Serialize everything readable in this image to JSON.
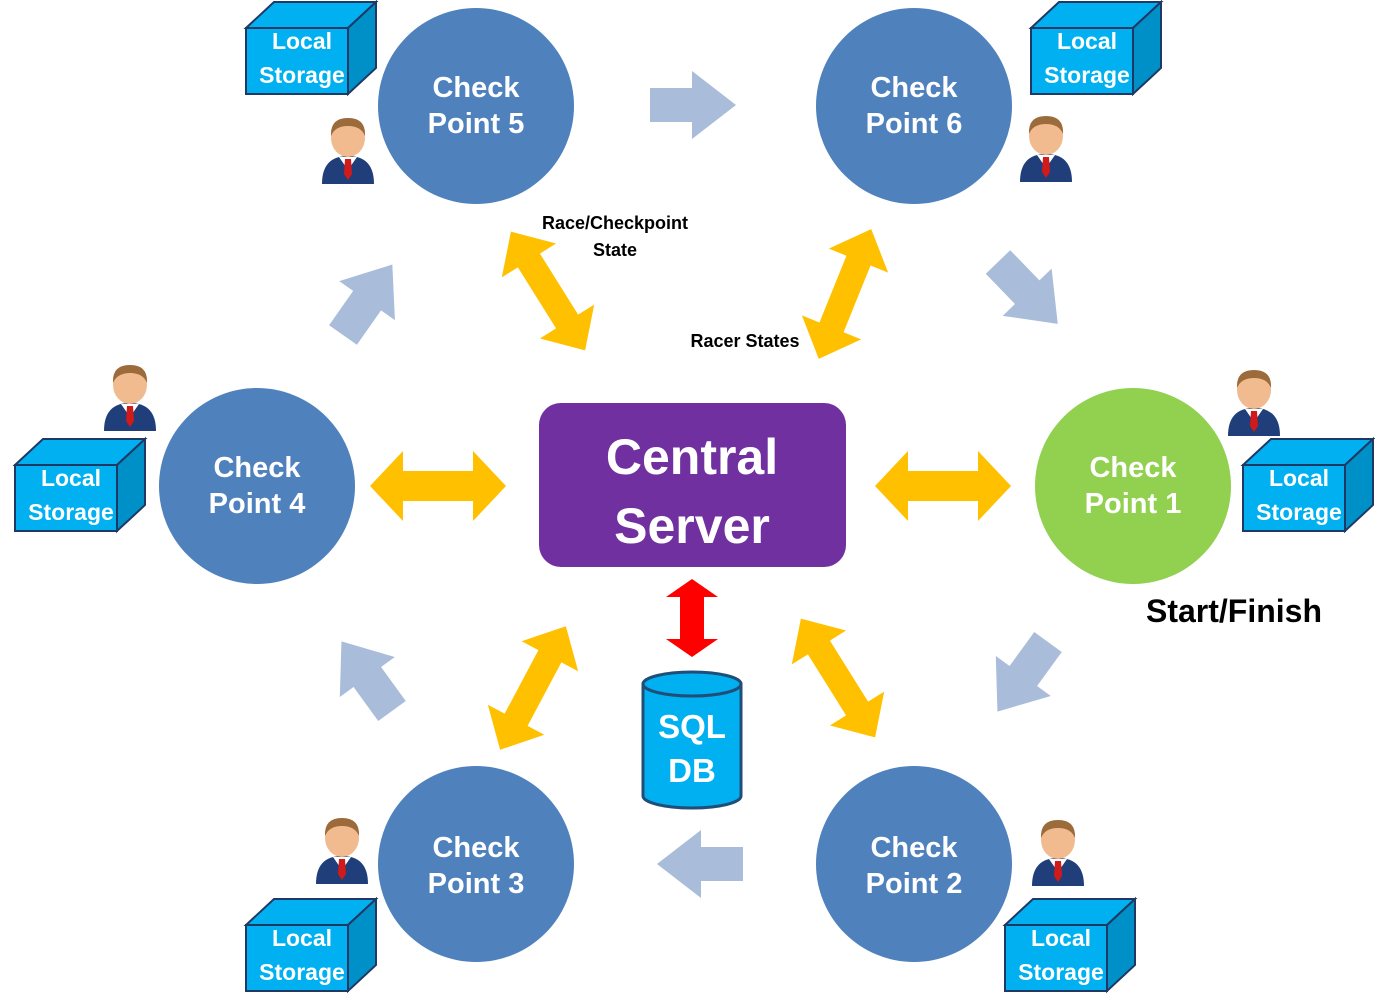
{
  "central": {
    "line1": "Central",
    "line2": "Server",
    "color": "#7030A0"
  },
  "database": {
    "line1": "SQL",
    "line2": "DB",
    "color": "#00B0F0"
  },
  "checkpoints": [
    {
      "id": "cp1",
      "line1": "Check",
      "line2": "Point 1",
      "color": "#92D050"
    },
    {
      "id": "cp2",
      "line1": "Check",
      "line2": "Point 2",
      "color": "#4F81BD"
    },
    {
      "id": "cp3",
      "line1": "Check",
      "line2": "Point 3",
      "color": "#4F81BD"
    },
    {
      "id": "cp4",
      "line1": "Check",
      "line2": "Point 4",
      "color": "#4F81BD"
    },
    {
      "id": "cp5",
      "line1": "Check",
      "line2": "Point 5",
      "color": "#4F81BD"
    },
    {
      "id": "cp6",
      "line1": "Check",
      "line2": "Point 6",
      "color": "#4F81BD"
    }
  ],
  "storage": {
    "line1": "Local",
    "line2": "Storage",
    "color": "#00B0F0"
  },
  "labels": {
    "start_finish": "Start/Finish",
    "race_state_line1": "Race/Checkpoint",
    "race_state_line2": "State",
    "racer_states": "Racer States"
  },
  "colors": {
    "sync_arrow": "#FFC000",
    "db_arrow": "#FF0000",
    "flow_arrow": "#A9BCDA",
    "label_text": "#000000"
  }
}
